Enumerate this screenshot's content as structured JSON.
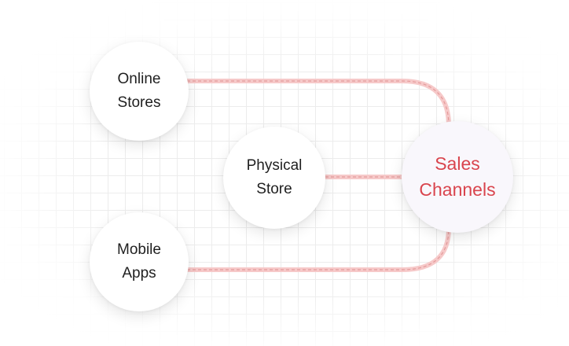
{
  "diagram": {
    "hub": {
      "label_line1": "Sales",
      "label_line2": "Channels"
    },
    "sources": [
      {
        "label_line1": "Online",
        "label_line2": "Stores"
      },
      {
        "label_line1": "Physical",
        "label_line2": "Store"
      },
      {
        "label_line1": "Mobile",
        "label_line2": "Apps"
      }
    ]
  },
  "colors": {
    "accent": "#d9444d",
    "connector": "#f6c9c9",
    "connector_dash": "#e9a3a3",
    "text": "#1f1f1f",
    "hub_fill": "#f9f7fc"
  }
}
